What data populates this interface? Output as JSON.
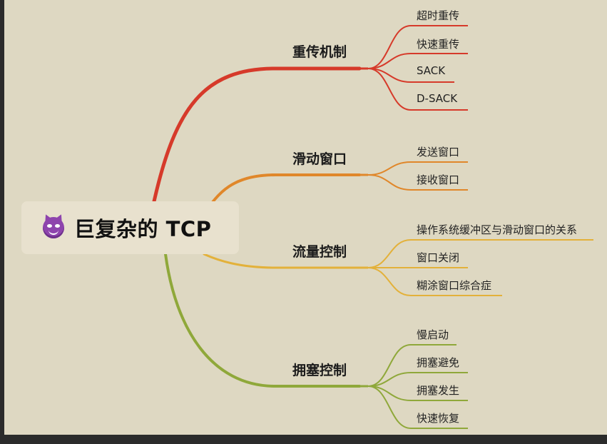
{
  "root": {
    "icon": "smiling-devil-icon",
    "label": "巨复杂的 TCP"
  },
  "colors": {
    "background": "#ded8c2",
    "root_bg": "#e8e1ce",
    "branch_red": "#d63a2a",
    "branch_orange": "#e0872a",
    "branch_yellow": "#e3b13a",
    "branch_green": "#8fa83a"
  },
  "branches": [
    {
      "label": "重传机制",
      "color": "#d63a2a",
      "children": [
        "超时重传",
        "快速重传",
        "SACK",
        "D-SACK"
      ]
    },
    {
      "label": "滑动窗口",
      "color": "#e0872a",
      "children": [
        "发送窗口",
        "接收窗口"
      ]
    },
    {
      "label": "流量控制",
      "color": "#e3b13a",
      "children": [
        "操作系统缓冲区与滑动窗口的关系",
        "窗口关闭",
        "糊涂窗口综合症"
      ]
    },
    {
      "label": "拥塞控制",
      "color": "#8fa83a",
      "children": [
        "慢启动",
        "拥塞避免",
        "拥塞发生",
        "快速恢复"
      ]
    }
  ]
}
